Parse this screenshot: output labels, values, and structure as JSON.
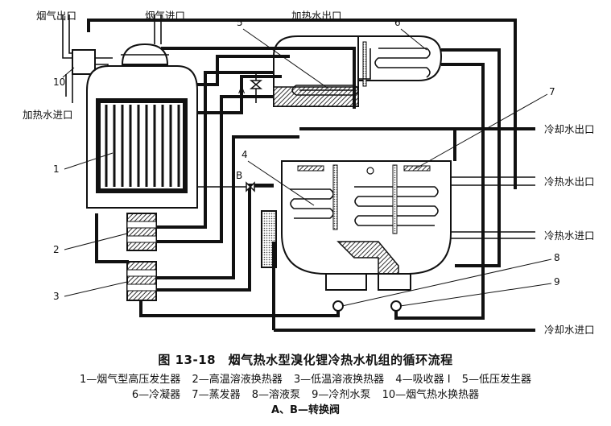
{
  "labels": {
    "flue_out": "烟气出口",
    "flue_in": "烟气进口",
    "heated_water_out": "加热水出口",
    "heated_water_in": "加热水进口",
    "cooling_water_out": "冷却水出口",
    "chilled_water_out": "冷热水出口",
    "chilled_water_in": "冷热水进口",
    "cooling_water_in": "冷却水进口"
  },
  "numbers": {
    "n1": "1",
    "n2": "2",
    "n3": "3",
    "n4": "4",
    "n5": "5",
    "n6": "6",
    "n7": "7",
    "n8": "8",
    "n9": "9",
    "n10": "10",
    "valve_a": "A",
    "valve_b": "B"
  },
  "caption": {
    "title": "图 13-18　烟气热水型溴化锂冷热水机组的循环流程",
    "legend_row1": [
      "1—烟气型高压发生器",
      "2—高温溶液换热器",
      "3—低温溶液换热器",
      "4—吸收器 I",
      "5—低压发生器"
    ],
    "legend_row2": [
      "6—冷凝器",
      "7—蒸发器",
      "8—溶液泵",
      "9—冷剂水泵",
      "10—烟气热水换热器"
    ],
    "valve_note": "A、B—转换阀"
  },
  "colors": {
    "ink": "#111111",
    "hatch": "#333333",
    "background": "#ffffff"
  }
}
